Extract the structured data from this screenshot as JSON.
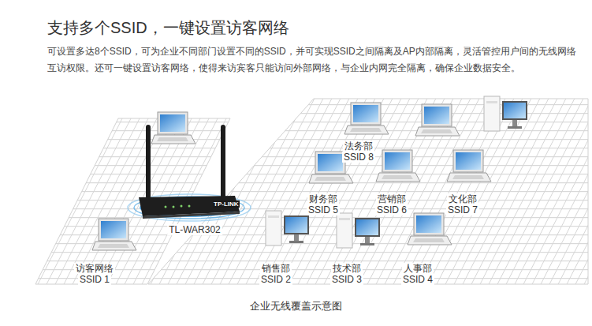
{
  "diagram": {
    "title": "支持多个SSID，一键设置访客网络",
    "caption": "企业无线覆盖示意图",
    "labels": [
      "可设置多达8个SSID，可为企业不同部门设置不同的SSID，并可实现SSID之间隔离及AP内部隔离，灵活管控用户间的无线网络互访权限。还可一键设置访客网络，使得来访宾客只能访问外部网络，与企业内网完全隔离，确保企业数据安全。",
      "TP-LINK",
      "TL-WAR302",
      "法务部",
      "SSID 8",
      "财务部",
      "SSID 5",
      "营销部",
      "SSID 6",
      "文化部",
      "SSID 7",
      "访客网络",
      "SSID 1",
      "销售部",
      "SSID 2",
      "技术部",
      "SSID 3",
      "人事部",
      "SSID 4"
    ]
  }
}
